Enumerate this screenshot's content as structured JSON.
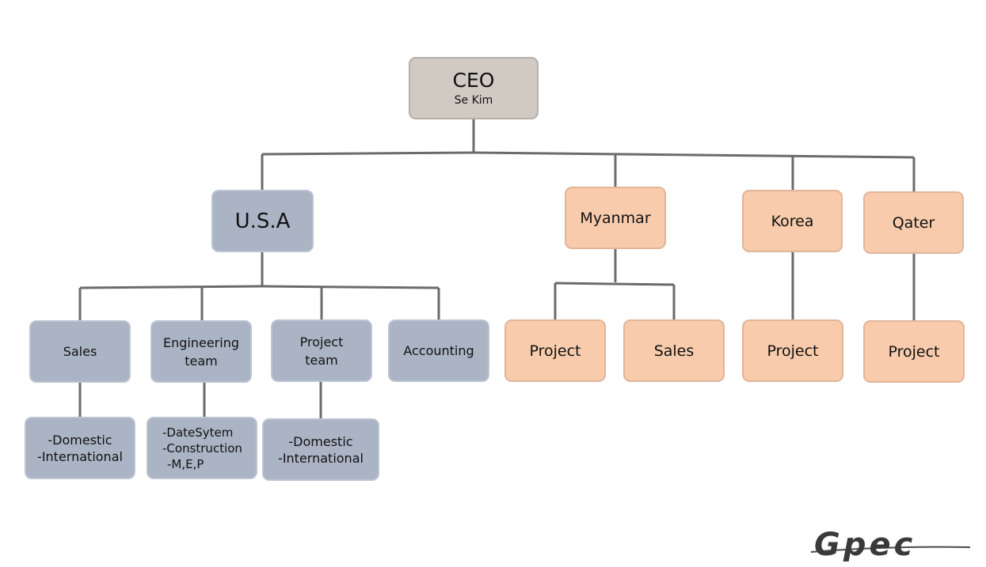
{
  "ceo": {
    "title": "CEO",
    "name": "Se Kim"
  },
  "usa": {
    "label": "U.S.A",
    "departments": [
      {
        "label": [
          "Sales"
        ],
        "details": [
          "-Domestic",
          "-International"
        ]
      },
      {
        "label": [
          "Engineering",
          "team"
        ],
        "details": [
          "-DateSytem",
          "-Construction",
          "-M,E,P"
        ]
      },
      {
        "label": [
          "Project",
          "team"
        ],
        "details": [
          "-Domestic",
          "-International"
        ]
      },
      {
        "label": [
          "Accounting"
        ]
      }
    ]
  },
  "myanmar": {
    "label": "Myanmar",
    "children": [
      "Project",
      "Sales"
    ]
  },
  "korea": {
    "label": "Korea",
    "children": [
      "Project"
    ]
  },
  "qatar": {
    "label": "Qater",
    "children": [
      "Project"
    ]
  },
  "logo": {
    "text": "Gpec"
  },
  "colors": {
    "ceo": "#d0cac3",
    "usa": "#abb4c5",
    "overseas": "#f7cbab",
    "line": "#6b6b6b"
  }
}
